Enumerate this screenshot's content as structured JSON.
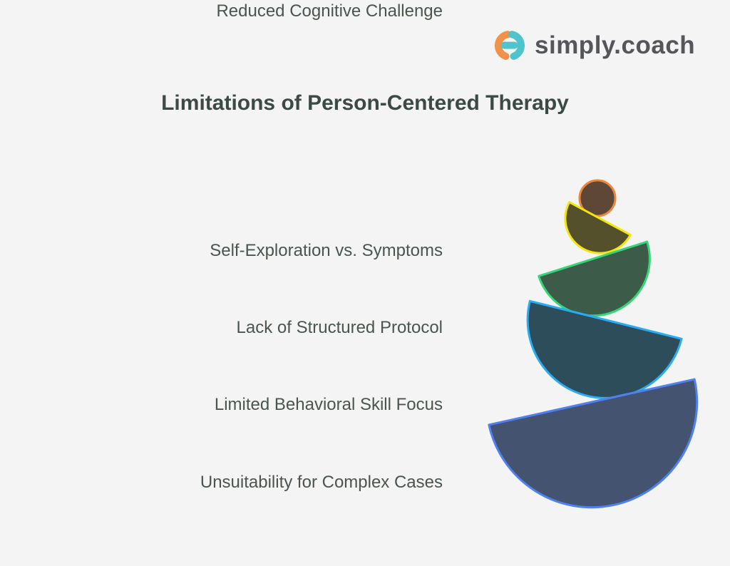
{
  "page": {
    "background_color": "#f4f4f4"
  },
  "logo": {
    "text": "simply.coach",
    "text_color": "#55565a",
    "icon_colors": {
      "orange": "#f0924c",
      "teal": "#4fc4cd"
    }
  },
  "title": {
    "text": "Limitations of Person-Centered Therapy",
    "color": "#3c4a43"
  },
  "labels": [
    {
      "text": "Self-Exploration vs. Symptoms"
    },
    {
      "text": "Lack of Structured Protocol"
    },
    {
      "text": "Limited Behavioral Skill Focus"
    },
    {
      "text": "Unsuitability for Complex Cases"
    },
    {
      "text": "Reduced Cognitive Challenge"
    }
  ],
  "label_color": "#4a554e",
  "graphic": {
    "description": "balanced stack of four semicircular stones with a small round stone on top, sizes increasing downward",
    "shapes": [
      {
        "name": "stone-top-circle",
        "type": "circle",
        "fill": "#5e4737",
        "stroke": "#e9873c"
      },
      {
        "name": "stone-semicircle-small",
        "type": "semicircle",
        "fill": "#53502b",
        "stroke": "#f6e50a"
      },
      {
        "name": "stone-semicircle-medium",
        "type": "semicircle",
        "fill": "#3d5b49",
        "stroke": "#36d677"
      },
      {
        "name": "stone-semicircle-large",
        "type": "semicircle",
        "fill": "#2e4d5b",
        "stroke": "#29acf2"
      },
      {
        "name": "stone-semicircle-base",
        "type": "semicircle",
        "fill": "#44536f",
        "stroke": "#4f82f0"
      }
    ]
  }
}
